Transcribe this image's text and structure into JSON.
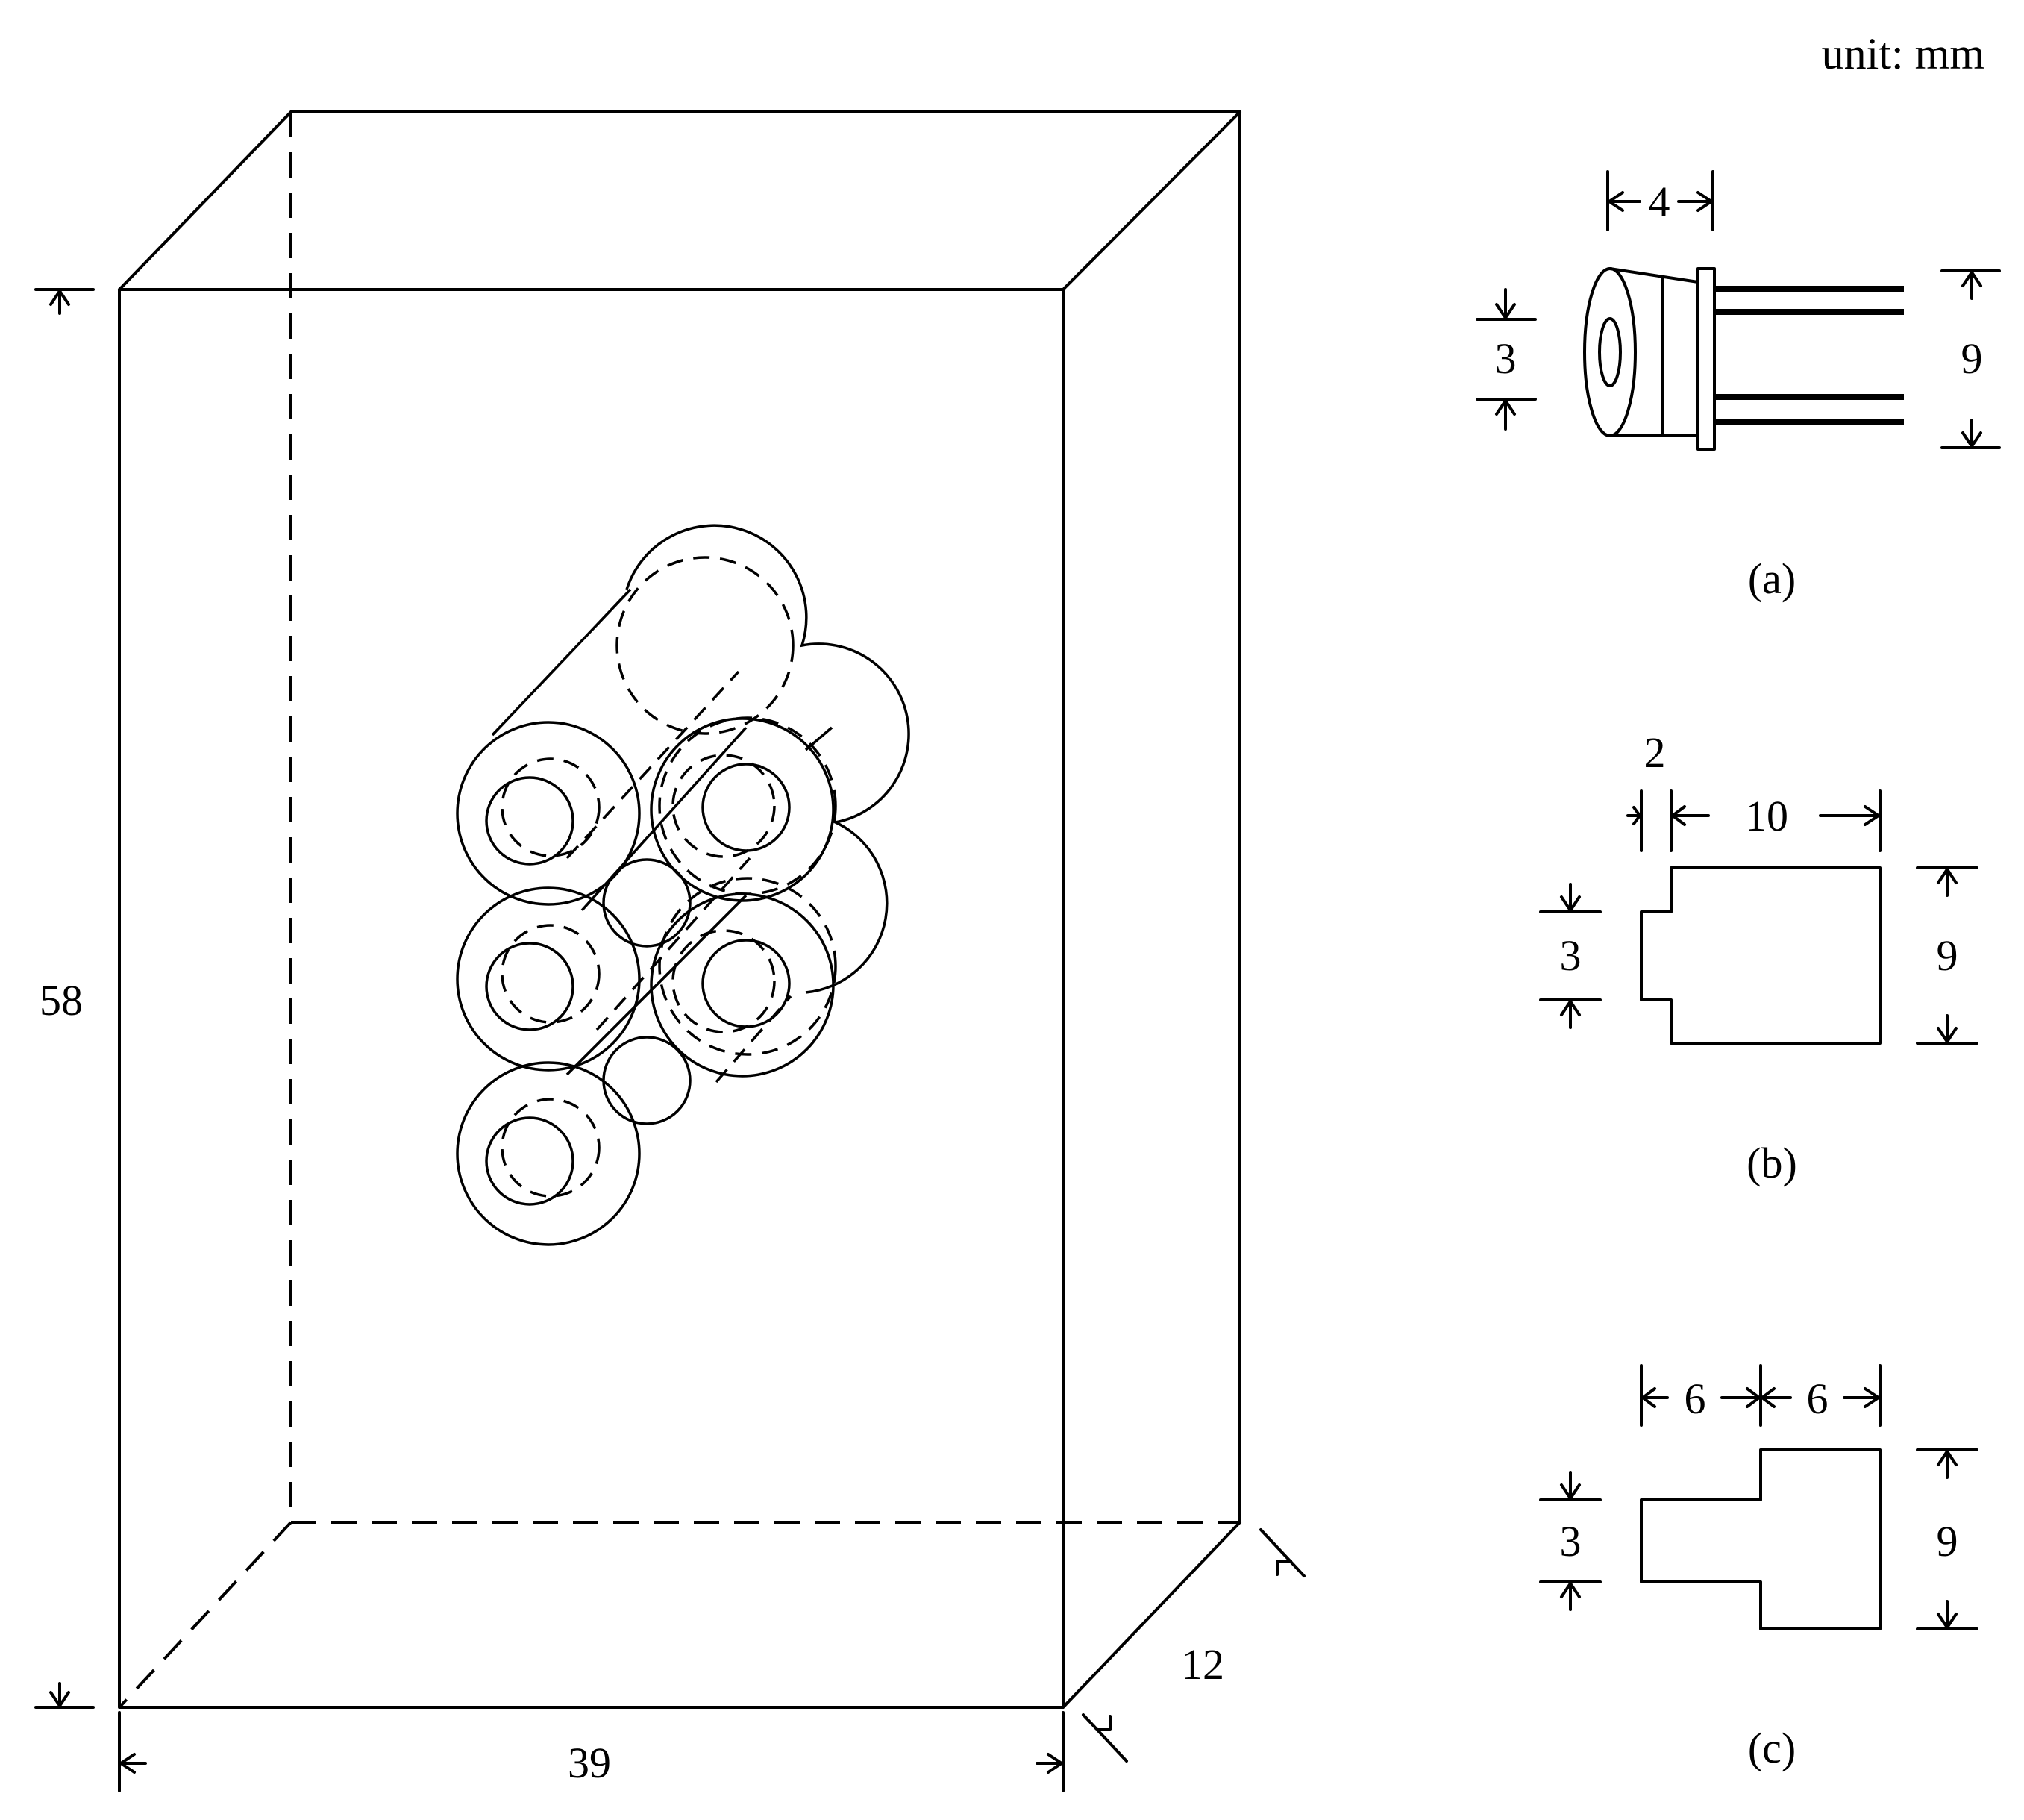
{
  "unit_label": "unit: mm",
  "main_box": {
    "height_label": "58",
    "width_label": "39",
    "depth_label": "12"
  },
  "panel_a": {
    "caption": "(a)",
    "top_dim": "4",
    "left_dim": "3",
    "right_dim": "9"
  },
  "panel_b": {
    "caption": "(b)",
    "step_dim": "2",
    "top_dim": "10",
    "left_dim": "3",
    "right_dim": "9"
  },
  "panel_c": {
    "caption": "(c)",
    "top_dim_left": "6",
    "top_dim_right": "6",
    "left_dim": "3",
    "right_dim": "9"
  }
}
